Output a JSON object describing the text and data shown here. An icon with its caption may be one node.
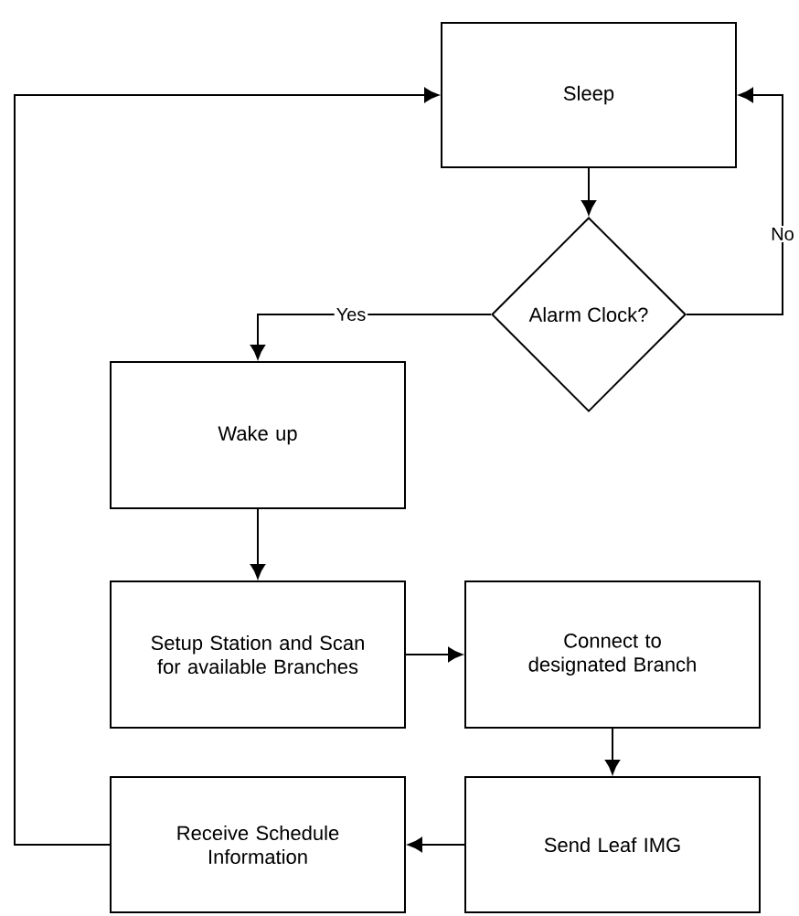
{
  "diagram": {
    "nodes": [
      {
        "text": [
          "Sleep"
        ]
      },
      {
        "text": [
          "Alarm Clock?"
        ]
      },
      {
        "text": [
          "Wake up"
        ]
      },
      {
        "text": [
          "Setup Station and Scan for available Branches"
        ]
      },
      {
        "text": [
          "Connect to designated Branch"
        ]
      },
      {
        "text": [
          "Send Leaf IMG"
        ]
      },
      {
        "text": [
          "Receive Schedule Information"
        ]
      }
    ],
    "edges": [
      {
        "from": 0,
        "to": 1,
        "arrow": "to"
      },
      {
        "from": 1,
        "to": 2,
        "arrow": "to",
        "label": "Yes"
      },
      {
        "from": 1,
        "to": 0,
        "arrow": "to",
        "label": "No"
      },
      {
        "from": 2,
        "to": 3,
        "arrow": "to"
      },
      {
        "from": 3,
        "to": 4,
        "arrow": "to"
      },
      {
        "from": 4,
        "to": 5,
        "arrow": "to"
      },
      {
        "from": 5,
        "to": 6,
        "arrow": "to"
      },
      {
        "from": 6,
        "to": 0,
        "arrow": "to"
      }
    ]
  }
}
